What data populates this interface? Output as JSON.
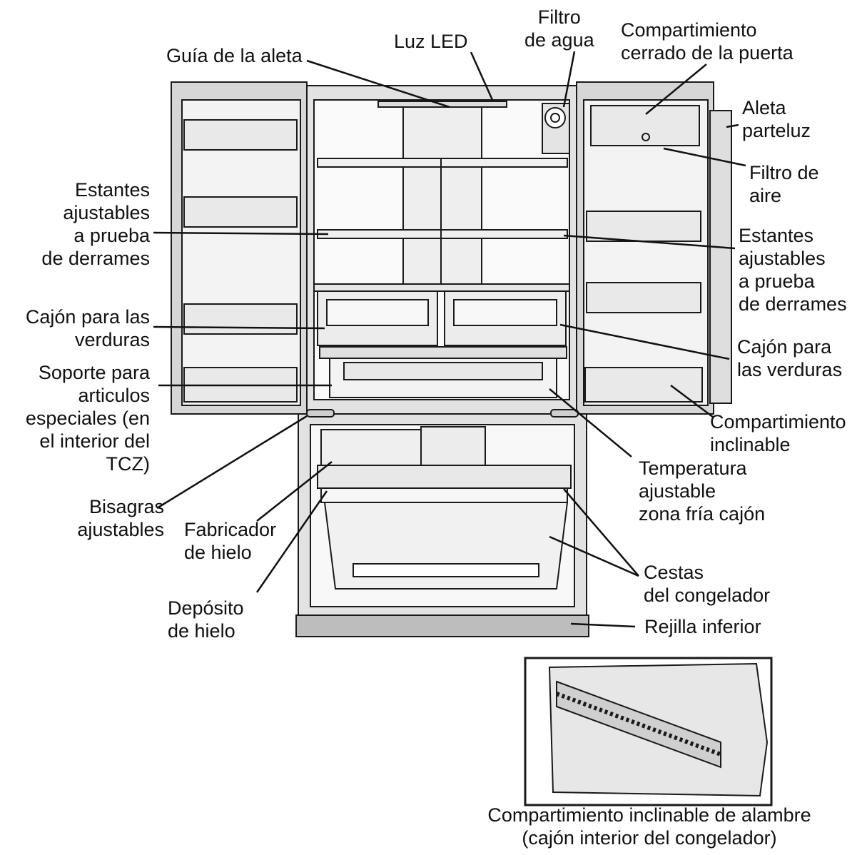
{
  "labels": {
    "guia_aleta": [
      "Guía de la aleta"
    ],
    "luz_led": [
      "Luz LED"
    ],
    "filtro_agua": [
      "Filtro",
      "de agua"
    ],
    "compartimiento_cerrado": [
      "Compartimiento",
      "cerrado de la puerta"
    ],
    "aleta_parteluz": [
      "Aleta",
      "parteluz"
    ],
    "filtro_aire": [
      "Filtro de",
      "aire"
    ],
    "estantes_izq": [
      "Estantes",
      "ajustables",
      "a prueba",
      "de derrames"
    ],
    "estantes_der": [
      "Estantes",
      "ajustables",
      "a prueba",
      "de derrames"
    ],
    "cajon_verduras_izq": [
      "Cajón para las",
      "verduras"
    ],
    "cajon_verduras_der": [
      "Cajón para",
      "las verduras"
    ],
    "soporte": [
      "Soporte para",
      "articulos",
      "especiales (en",
      "el interior del",
      "TCZ)"
    ],
    "compartimiento_inclinable": [
      "Compartimiento",
      "inclinable"
    ],
    "temperatura": [
      "Temperatura",
      "ajustable",
      "zona fría cajón"
    ],
    "bisagras": [
      "Bisagras",
      "ajustables"
    ],
    "fabricador": [
      "Fabricador",
      "de hielo"
    ],
    "deposito": [
      "Depósito",
      "de hielo"
    ],
    "cestas": [
      "Cestas",
      "del congelador"
    ],
    "rejilla": [
      "Rejilla inferior"
    ],
    "inset_caption": [
      "Compartimiento inclinable de alambre",
      "(cajón interior del congelador)"
    ]
  },
  "colors": {
    "outline": "#1a1a1a",
    "cabinet": "#e6e6e6",
    "interior": "#fafafa",
    "door_panel": "#d4d4d4",
    "grille": "#bdbdbd"
  }
}
